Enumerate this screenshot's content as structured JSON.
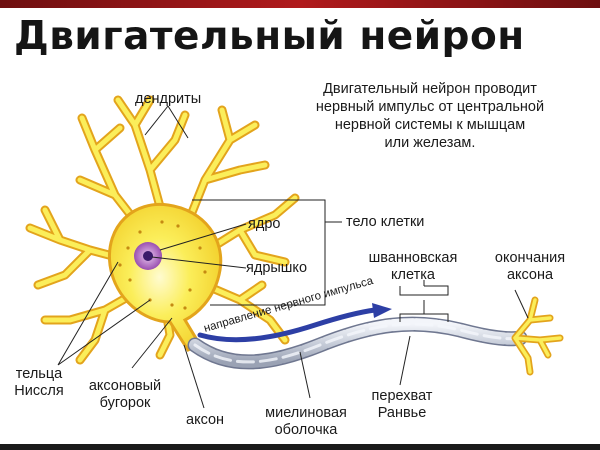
{
  "title": "Двигательный нейрон",
  "description": [
    "Двигательный нейрон проводит",
    "нервный импульс от центральной",
    "нервной системы к мышцам",
    "или железам."
  ],
  "labels": {
    "dendrites": "дендриты",
    "nucleus": "ядро",
    "nucleolus": "ядрышко",
    "cell_body": "тело клетки",
    "schwann_cell_1": "шванновская",
    "schwann_cell_2": "клетка",
    "axon_endings_1": "окончания",
    "axon_endings_2": "аксона",
    "impulse_direction": "направление нервного импульса",
    "nissl_1": "тельца",
    "nissl_2": "Ниссля",
    "axon_hillock_1": "аксоновый",
    "axon_hillock_2": "бугорок",
    "axon": "аксон",
    "myelin_1": "миелиновая",
    "myelin_2": "оболочка",
    "ranvier_1": "перехват",
    "ranvier_2": "Ранвье"
  },
  "colors": {
    "cell_fill": "#f7e43a",
    "cell_outline": "#e8a81a",
    "nucleus": "#b56fc4",
    "nucleolus": "#3a1a6a",
    "myelin": "#d9dde6",
    "axon_core": "#2c3f9a",
    "arrow": "#2d3fa5",
    "header_bar": "#b01a1c"
  }
}
